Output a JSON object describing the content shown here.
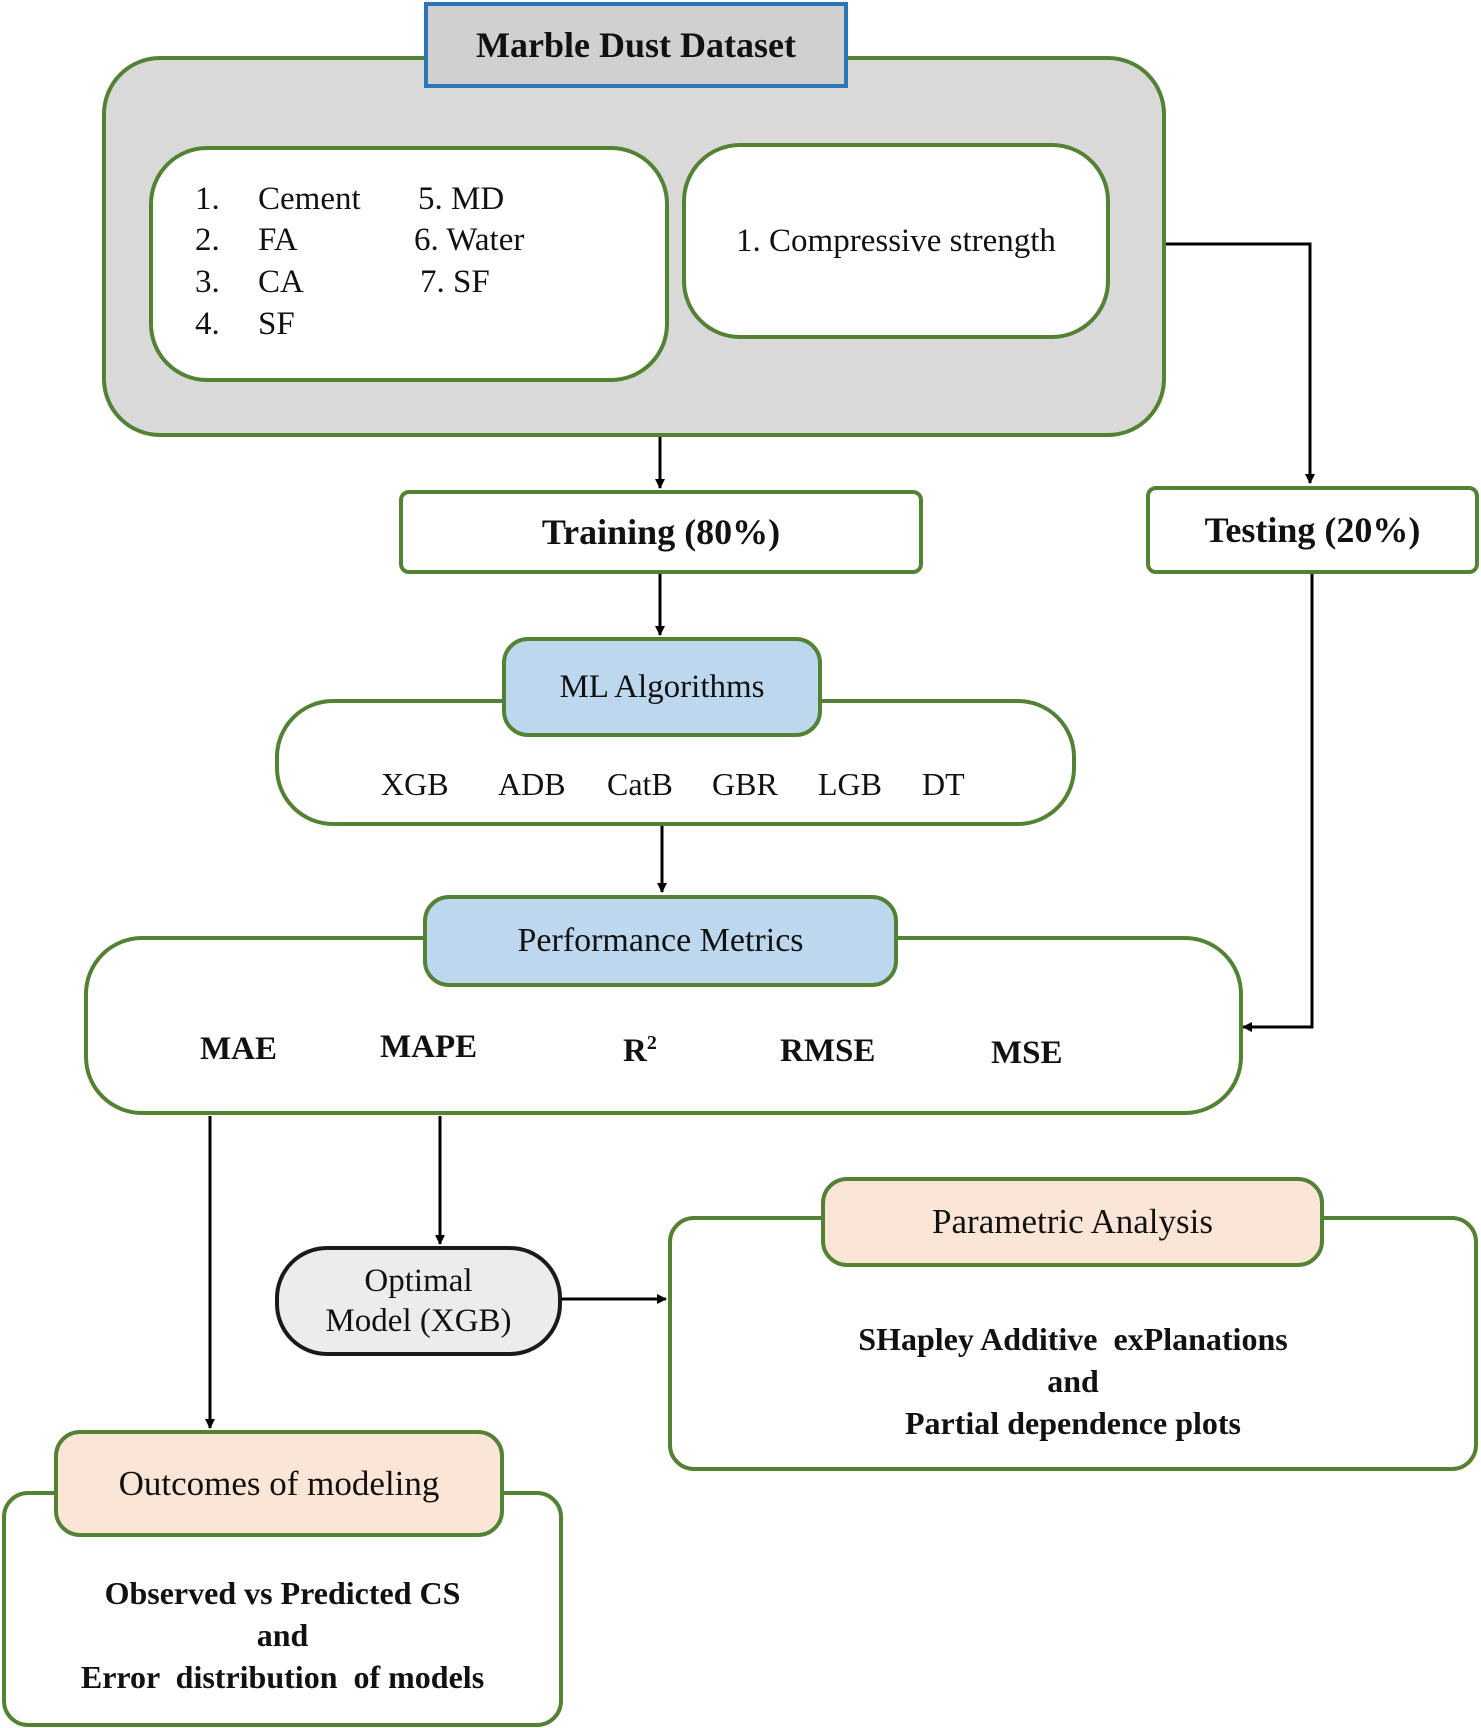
{
  "dataset": {
    "title": "Marble Dust Dataset",
    "inputs": [
      {
        "num": "1.",
        "label": "Cement"
      },
      {
        "num": "2.",
        "label": "FA"
      },
      {
        "num": "3.",
        "label": "CA"
      },
      {
        "num": "4.",
        "label": "SF"
      },
      {
        "num": "",
        "label": "5. MD"
      },
      {
        "num": "",
        "label": "6. Water"
      },
      {
        "num": "",
        "label": "7. SF"
      }
    ],
    "output": "1. Compressive strength"
  },
  "split": {
    "training": "Training (80%)",
    "testing": "Testing (20%)"
  },
  "algorithms": {
    "title": "ML Algorithms",
    "items": [
      "XGB",
      "ADB",
      "CatB",
      "GBR",
      "LGB",
      "DT"
    ]
  },
  "metrics": {
    "title": "Performance Metrics",
    "items": [
      "MAE",
      "MAPE",
      "R",
      "RMSE",
      "MSE"
    ],
    "r2_superscript": "2"
  },
  "optimal": {
    "line1": "Optimal",
    "line2": "Model (XGB)"
  },
  "parametric": {
    "title": "Parametric Analysis",
    "line1": "SHapley Additive  exPlanations",
    "line2": "and",
    "line3": "Partial dependence plots"
  },
  "outcomes": {
    "title": "Outcomes of modeling",
    "line1": "Observed vs Predicted CS",
    "line2": "and",
    "line3": "Error  distribution  of models"
  },
  "colors": {
    "border_green": "#548235",
    "dataset_fill": "#d9d9d9",
    "header_blue_border": "#2e75b6",
    "algo_fill": "#bdd7ee",
    "orange_fill": "#fbe5d6",
    "optimal_fill": "#ececec"
  }
}
